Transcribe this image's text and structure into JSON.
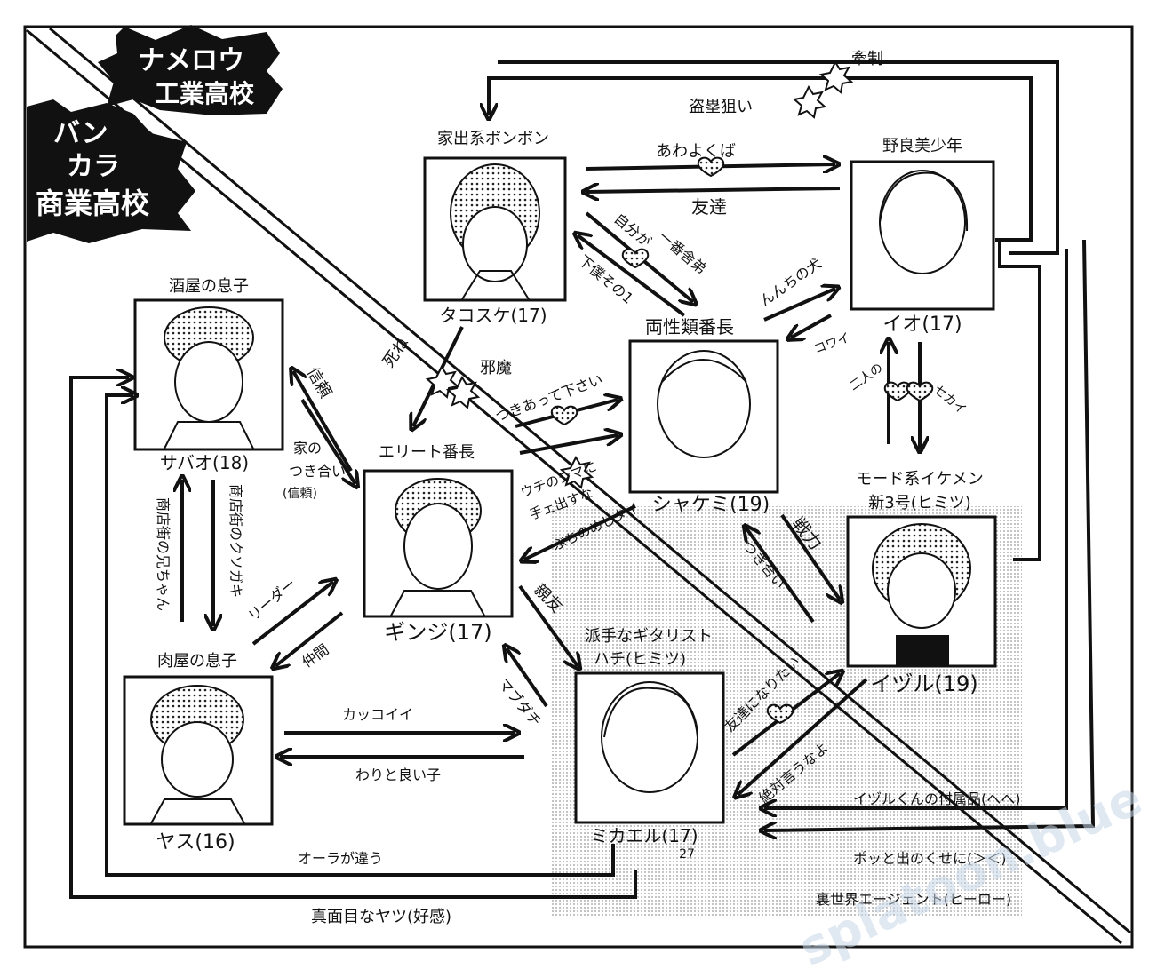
{
  "schools": {
    "top": {
      "line1": "ナメロウ",
      "line2": "工業高校"
    },
    "left": {
      "line1": "バン",
      "line2": "カラ",
      "line3": "商業高校"
    }
  },
  "characters": {
    "takosuke": {
      "role": "家出系ボンボン",
      "name": "タコスケ(17)"
    },
    "io": {
      "role": "野良美少年",
      "name": "イオ(17)"
    },
    "sabao": {
      "role": "酒屋の息子",
      "name": "サバオ(18)"
    },
    "shakemi": {
      "role": "両性類番長",
      "name": "シャケミ(19)"
    },
    "ginji": {
      "role": "エリート番長",
      "name": "ギンジ(17)"
    },
    "izuru": {
      "role1": "モード系イケメン",
      "role2": "新3号(ヒミツ)",
      "name": "イヅル(19)"
    },
    "yasu": {
      "role": "肉屋の息子",
      "name": "ヤス(16)"
    },
    "mikael": {
      "role1": "派手なギタリスト",
      "role2": "ハチ(ヒミツ)",
      "name": "ミカエル(17)",
      "name_sub": "27"
    }
  },
  "relations": {
    "seisei": "牽制",
    "tourui_nerai": "盗塁狙い",
    "awayokuba": "あわよくば",
    "tomodachi": "友達",
    "jibun_ga": "自分が",
    "ichiban_deshi": "一番舎弟",
    "geboku": "下僕その1",
    "nnchi_no_inu": "んんちの犬",
    "kowai": "コワイ",
    "shine": "死ね",
    "jama": "邪魔",
    "shinrai": "信頼",
    "ie_no_tsukiai": "家の",
    "ie_no_tsukiai2": "つき合い",
    "ie_no_tsukiai3": "(信頼)",
    "tsukiatte": "つきあって下さい",
    "uchi_no_shima": "ウチのシマに",
    "tedasuna": "手ェ出すな",
    "buchinomeshitai": "ぶちのめしタイ",
    "futari_no": "二人の",
    "sekai": "セカイ",
    "senryoku": "戦力",
    "tsukiai": "つき合い",
    "shoutengai_no_aniki": "商店街の兄ちゃん",
    "shoutengai_no_kusogaki": "商店街のクソガキ",
    "leader": "リーダー",
    "nakama": "仲間",
    "shinyuu": "親友",
    "madachi": "マブダチ",
    "tomodachi_ni_naritai": "友達になりたい",
    "zettai_iuna": "絶対言うなよ",
    "kakkoii": "カッコイイ",
    "warito_yoiko": "わりと良い子",
    "izuru_fuzokuhin": "イヅルくんの付属品(へへ)",
    "pot_de": "ポッと出のくせに(＞＜)",
    "aura": "オーラが違う",
    "majime": "真面目なヤツ(好感)",
    "ura_sekai": "裏世界エージェント(ヒーロー)"
  },
  "watermark": "splatoon.blue"
}
